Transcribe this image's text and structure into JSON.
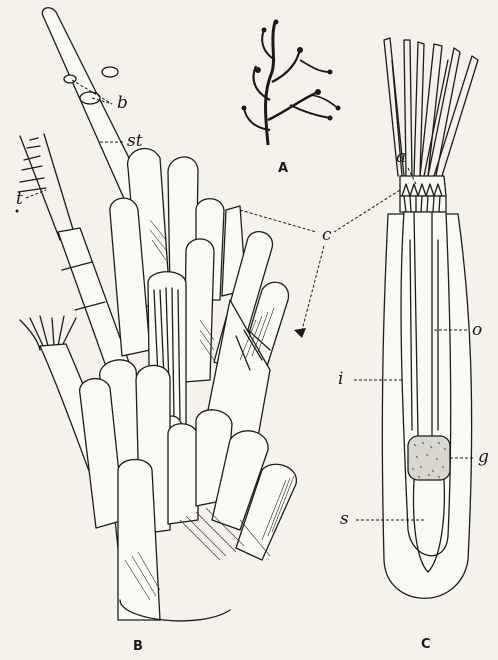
{
  "figure": {
    "panels": [
      {
        "id": "A",
        "caption": "A"
      },
      {
        "id": "B",
        "caption": "B"
      },
      {
        "id": "C",
        "caption": "C"
      }
    ],
    "labels": {
      "b": "b",
      "st": "st",
      "t": "t",
      "c": "c",
      "a": "a",
      "o": "o",
      "i": "i",
      "g": "g",
      "s": "s"
    }
  }
}
